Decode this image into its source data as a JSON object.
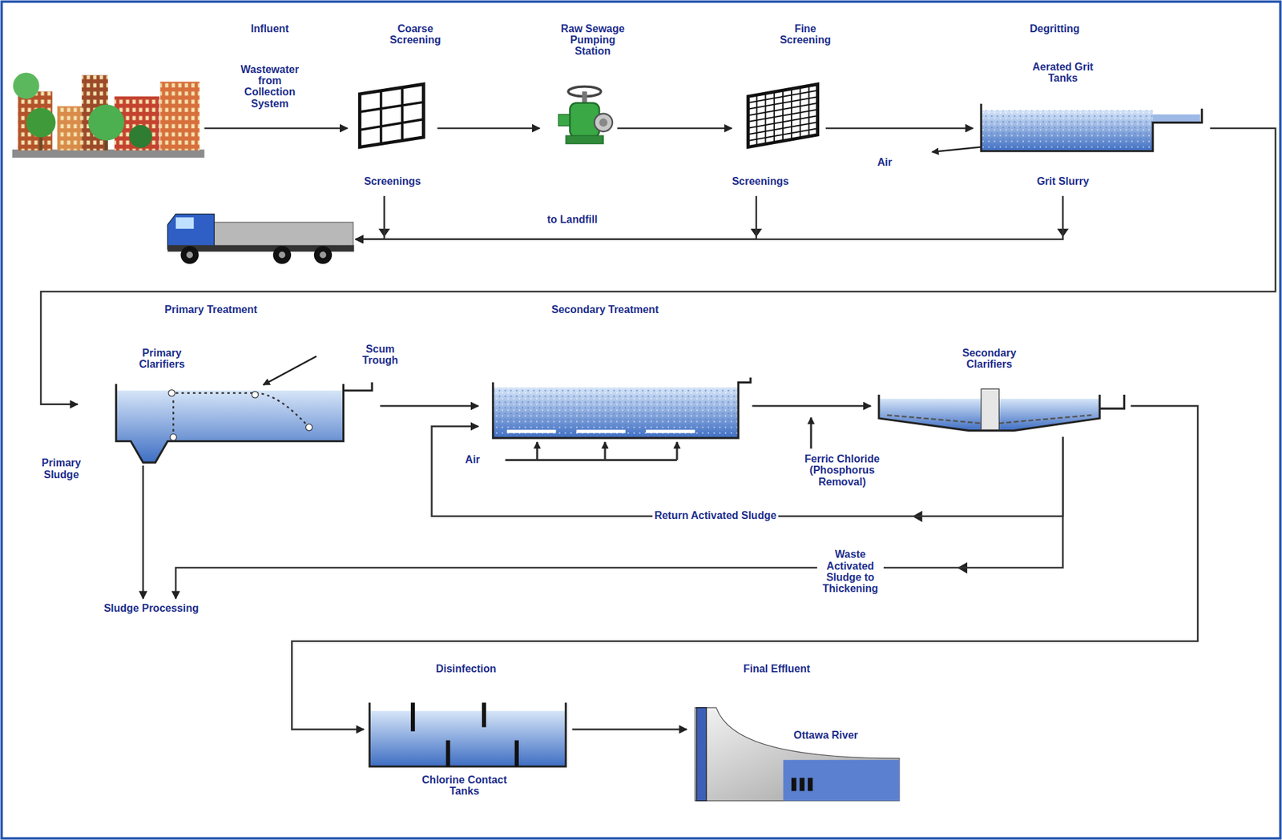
{
  "diagram": {
    "nodes": [
      {
        "text": [
          "Influent",
          "Wastewater from Collection System"
        ]
      },
      {
        "text": [
          "Coarse Screening",
          "Screenings"
        ]
      },
      {
        "text": [
          "Raw Sewage Pumping Station"
        ]
      },
      {
        "text": [
          "Fine Screening",
          "Screenings"
        ]
      },
      {
        "text": [
          "Degritting",
          "Aerated Grit Tanks",
          "Grit Slurry"
        ]
      },
      {
        "text": []
      },
      {
        "text": [
          "Primary Treatment",
          "Primary Clarifiers"
        ]
      },
      {
        "text": [
          "Secondary Treatment"
        ]
      },
      {
        "text": [
          "Secondary Clarifiers"
        ]
      },
      {
        "text": [
          "Sludge Processing"
        ]
      },
      {
        "text": [
          "Disinfection",
          "Chlorine Contact Tanks"
        ]
      },
      {
        "text": [
          "Final Effluent",
          "Ottawa River"
        ]
      }
    ],
    "edges": [
      {
        "from": 0,
        "to": 1,
        "arrow": "to"
      },
      {
        "from": 1,
        "to": 2,
        "arrow": "to"
      },
      {
        "from": 2,
        "to": 3,
        "arrow": "to"
      },
      {
        "from": 3,
        "to": 4,
        "arrow": "to"
      },
      {
        "from": 1,
        "to": 5,
        "arrow": "to"
      },
      {
        "from": 3,
        "to": 5,
        "arrow": "to"
      },
      {
        "from": 4,
        "to": 5,
        "label": "to Landfill",
        "arrow": "to"
      },
      {
        "from": 4,
        "to": 6,
        "arrow": "to"
      },
      {
        "from": 6,
        "to": 7,
        "arrow": "to"
      },
      {
        "from": 7,
        "to": 8,
        "arrow": "to"
      },
      {
        "from": 8,
        "to": 7,
        "label": "Return Activated Sludge",
        "arrow": "to"
      },
      {
        "from": 8,
        "to": 9,
        "label": "Waste Activated Sludge to Thickening",
        "arrow": "to"
      },
      {
        "from": 6,
        "to": 9,
        "label": "Primary Sludge",
        "arrow": "to"
      },
      {
        "from": 8,
        "to": 10,
        "arrow": "to"
      },
      {
        "from": 10,
        "to": 11,
        "arrow": "to"
      }
    ],
    "labels": [
      "Air",
      "Scum Trough",
      "Air",
      "Ferric Chloride (Phosphorus Removal)"
    ]
  }
}
